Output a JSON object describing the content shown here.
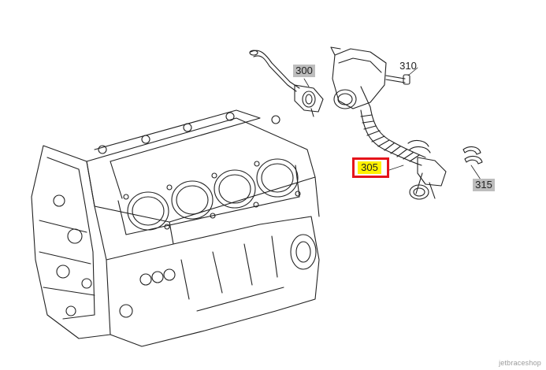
{
  "callouts": {
    "breather_pipe": "300",
    "hose": "305",
    "bolt": "310",
    "clamp": "315"
  },
  "colors": {
    "highlight_fill": "#fff200",
    "highlight_border": "#e5141b",
    "callout_fill": "#bdbdbd"
  },
  "watermark": "jetbraceshop"
}
